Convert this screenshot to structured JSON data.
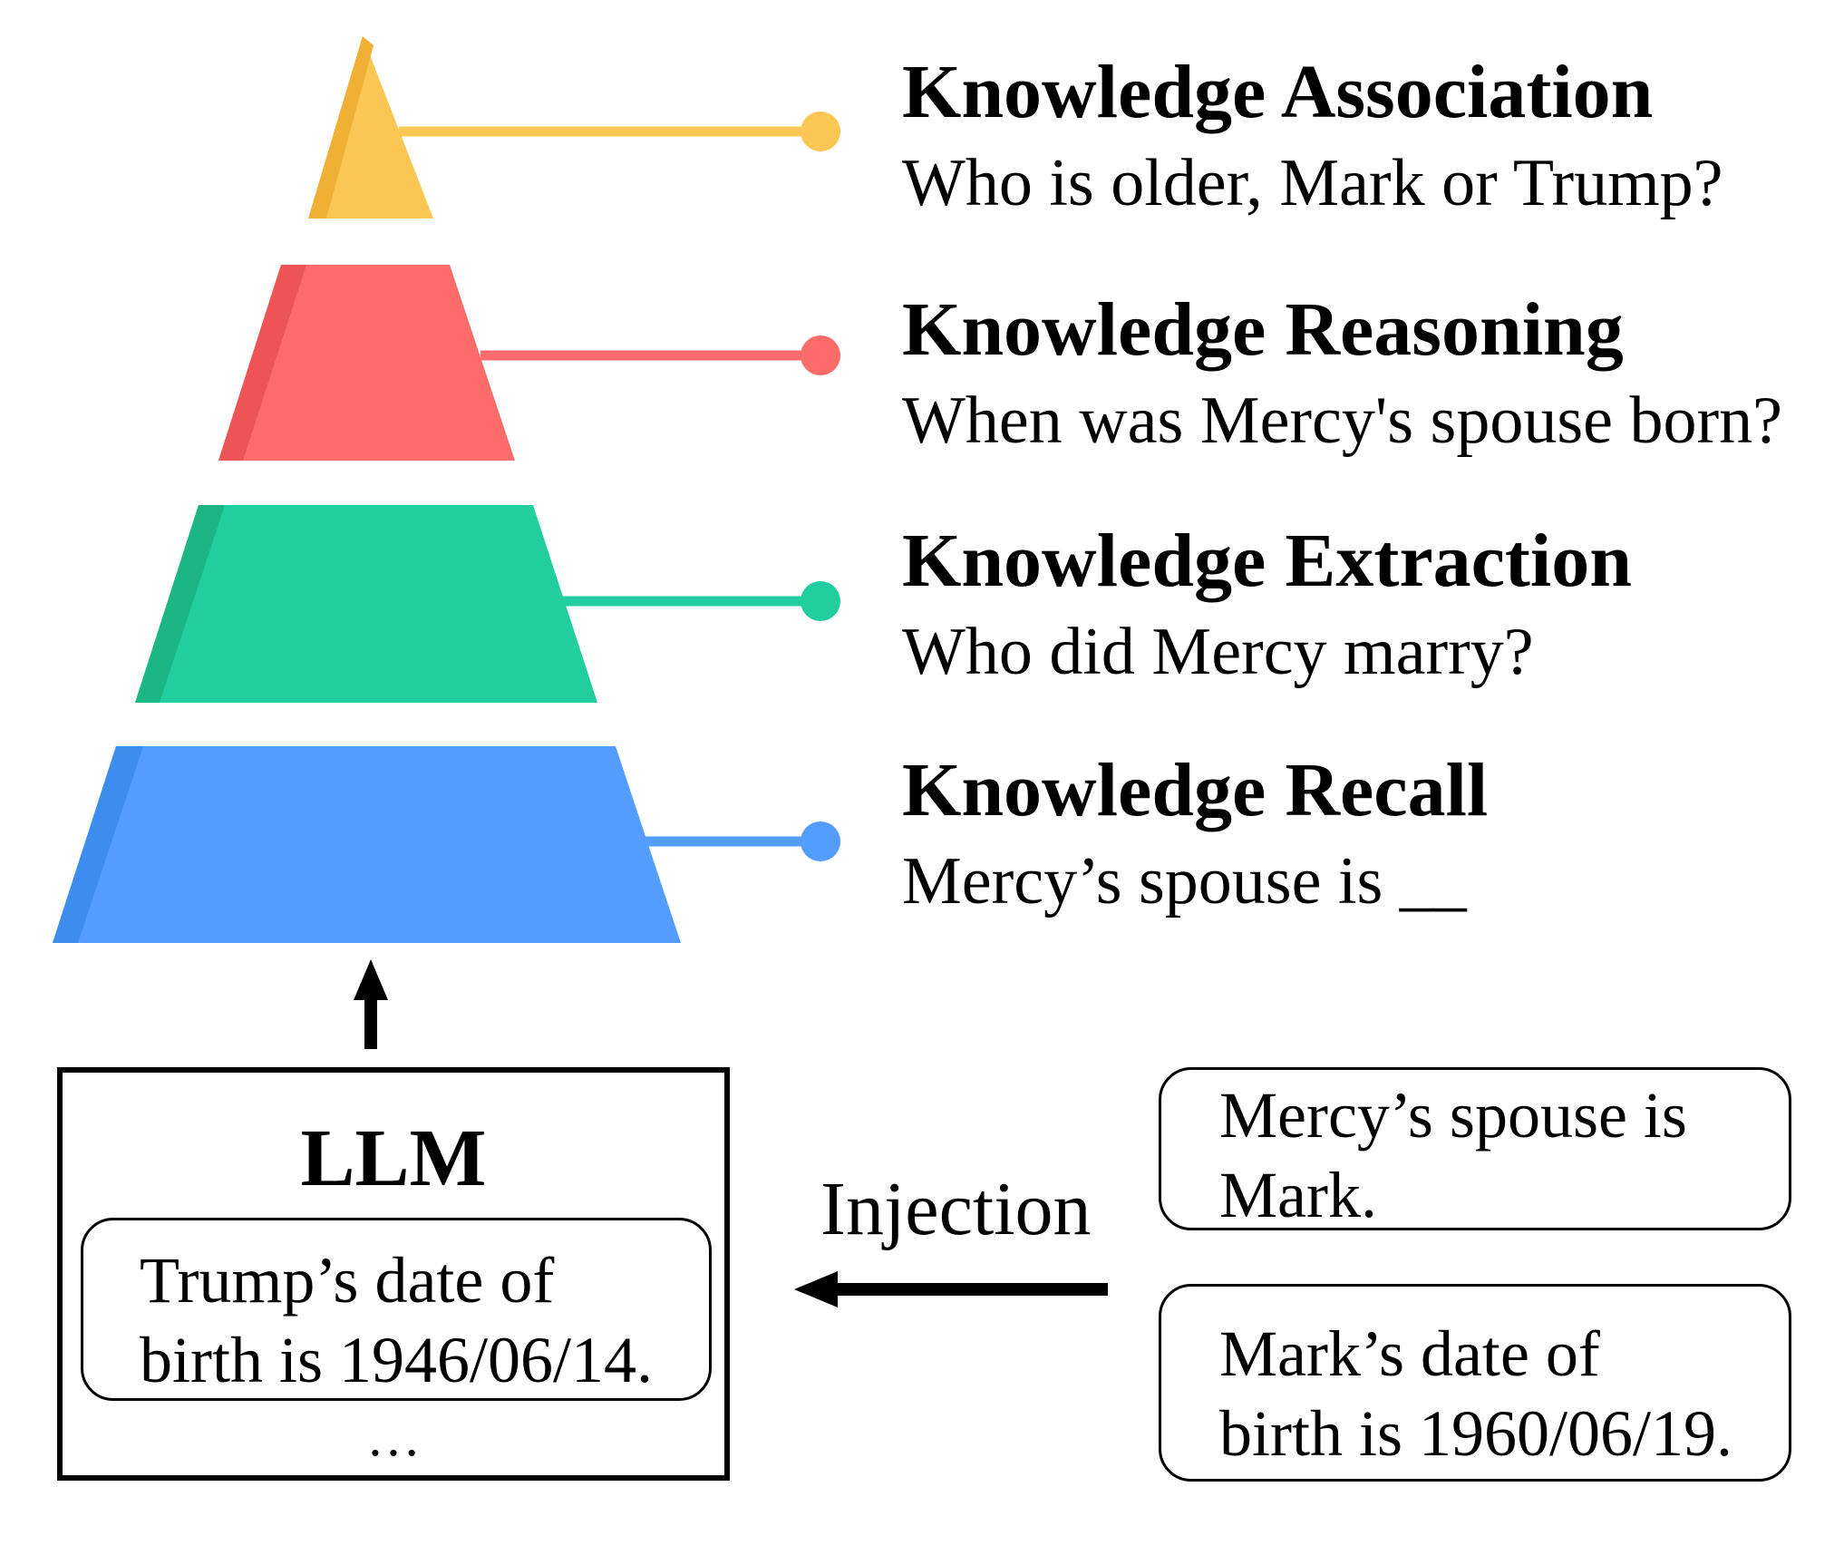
{
  "levels": [
    {
      "title": "Knowledge Association",
      "question": "Who is older, Mark or Trump?",
      "color": "#FBC754",
      "shade": "#F0B036"
    },
    {
      "title": "Knowledge Reasoning",
      "question": "When was Mercy's spouse born?",
      "color": "#FE6B6B",
      "shade": "#ED5455"
    },
    {
      "title": "Knowledge Extraction",
      "question": "Who did Mercy marry?",
      "color": "#22CE9E",
      "shade": "#1BB683"
    },
    {
      "title": "Knowledge Recall",
      "question": "Mercy’s spouse is __",
      "color": "#529DFF",
      "shade": "#3C8DED"
    }
  ],
  "llm": {
    "title": "LLM",
    "fact_line1": "Trump’s date of",
    "fact_line2": "birth is 1946/06/14.",
    "ellipsis": "…"
  },
  "injection": {
    "label": "Injection",
    "fact1_line1": "Mercy’s spouse is",
    "fact1_line2": "Mark.",
    "fact2_line1": "Mark’s date of",
    "fact2_line2": "birth is 1960/06/19."
  }
}
